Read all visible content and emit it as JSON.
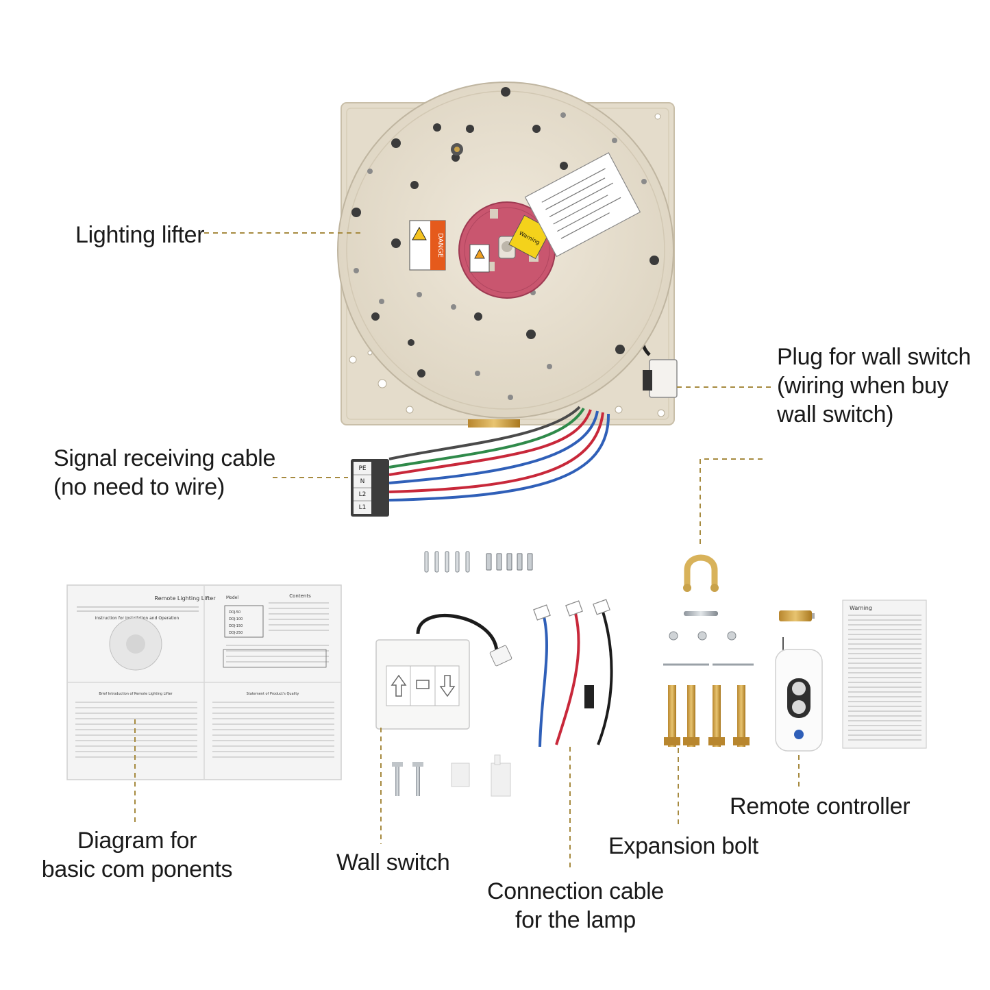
{
  "callouts": {
    "lighting_lifter": "Lighting lifter",
    "wall_plug": [
      "Plug for wall switch",
      "(wiring when buy",
      "wall switch)"
    ],
    "signal_cable": [
      "Signal receiving cable",
      "(no need to wire)"
    ],
    "diagram": [
      "Diagram for",
      "basic com ponents"
    ],
    "wall_switch": "Wall switch",
    "connection_cable": [
      "Connection cable",
      "for the lamp"
    ],
    "expansion_bolt": "Expansion bolt",
    "remote_controller": "Remote controller"
  },
  "device": {
    "danger_label": "DANGE",
    "warning_label": "Warning",
    "connector_pins": [
      "PE",
      "N",
      "L2",
      "L1"
    ]
  },
  "manual": {
    "header": "Remote Lighting Lifter",
    "subheader": "Instruction for Installation and Operation",
    "contents_title": "Contents",
    "model_title": "Model",
    "models": [
      "DDJ-50",
      "DDJ-100",
      "DDJ-150",
      "DDJ-250"
    ],
    "section_1": "Brief Introduction of Remote Lighting Lifter",
    "section_2": "Statement of Product's Quality"
  },
  "card": {
    "title": "Warning"
  },
  "colors": {
    "leader": "#a68a3f",
    "housing": "#e4dccb",
    "disc": "#e9e1d1",
    "hub": "#c9566f",
    "wire_red": "#c8283a",
    "wire_blue": "#2f5fb8",
    "wire_green": "#2f8a4a"
  }
}
